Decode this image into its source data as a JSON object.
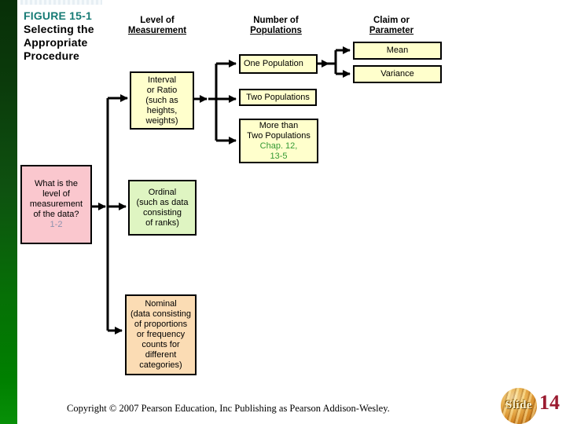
{
  "slide": {
    "figure_label": "FIGURE 15-1",
    "title_lines": [
      "Selecting the",
      "Appropriate",
      "Procedure"
    ],
    "copyright": "Copyright © 2007 Pearson Education, Inc Publishing as Pearson Addison-Wesley.",
    "slide_word": "Slide",
    "slide_number": "14"
  },
  "headers": {
    "level": {
      "line1": "Level of",
      "line2": "Measurement"
    },
    "populations": {
      "line1": "Number of",
      "line2": "Populations"
    },
    "claim": {
      "line1": "Claim or",
      "line2": "Parameter"
    }
  },
  "boxes": {
    "question": {
      "lines": [
        "What is the",
        "level of",
        "measurement",
        "of the data?"
      ],
      "ref": "1-2"
    },
    "interval": {
      "lines": [
        "Interval",
        "or Ratio",
        "(such as",
        "heights,",
        "weights)"
      ]
    },
    "ordinal": {
      "lines": [
        "Ordinal",
        "(such as data",
        "consisting",
        "of ranks)"
      ]
    },
    "nominal": {
      "lines": [
        "Nominal",
        "(data consisting",
        "of proportions",
        "or frequency",
        "counts for",
        "different",
        "categories)"
      ]
    },
    "one_population": {
      "label": "One Population"
    },
    "two_populations": {
      "label": "Two Populations"
    },
    "more_than": {
      "lines": [
        "More than",
        "Two Populations"
      ],
      "ref_lines": [
        "Chap. 12,",
        "13-5"
      ]
    },
    "mean": {
      "label": "Mean"
    },
    "variance": {
      "label": "Variance"
    }
  },
  "colors": {
    "figure_label_teal": "#177B75",
    "chapter_ref_green": "#339933",
    "question_ref_gray": "#8D92AE",
    "slide_number_red": "#9B1B30",
    "box_yellow": "#FFFFCC",
    "box_pink": "#FAC7CE",
    "box_green": "#DFF5C2",
    "box_peach": "#FBDCB4",
    "border_bar_green_top": "#082F08",
    "border_bar_green_bottom": "#089008"
  }
}
